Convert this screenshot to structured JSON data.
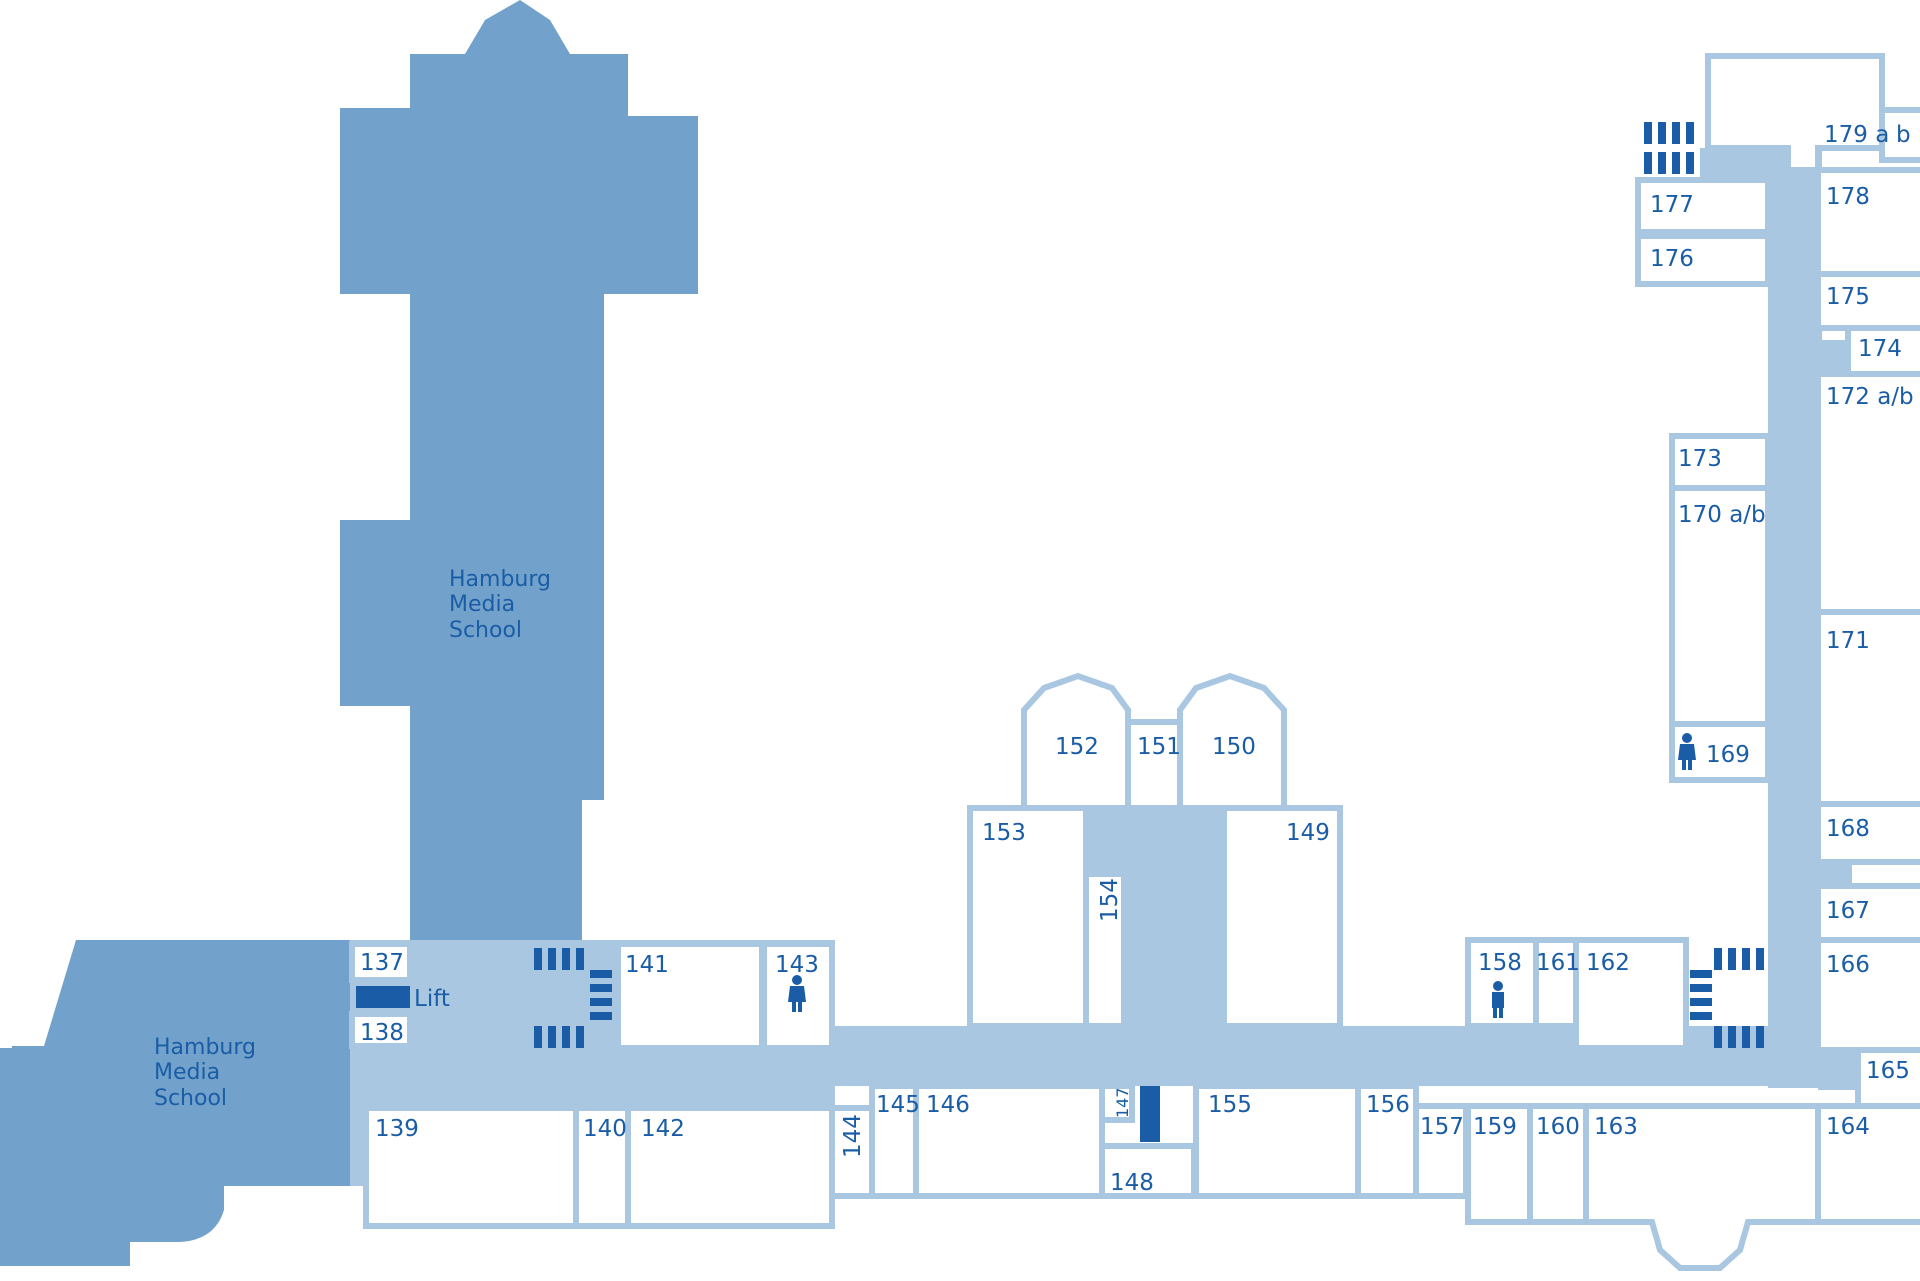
{
  "map": {
    "colors": {
      "background": "#ffffff",
      "corridor": "#a9c7e1",
      "hms_building": "#72a2cb",
      "room_fill": "#ffffff",
      "dark_accent": "#1a5da6",
      "text": "#1a5da6"
    },
    "buildings": {
      "hms_tower": "Hamburg Media School",
      "hms_left_line1": "Hamburg",
      "hms_left_line2": "Media",
      "hms_left_line3": "School",
      "hms_tower_line1": "Hamburg",
      "hms_tower_line2": "Media",
      "hms_tower_line3": "School"
    },
    "facilities": {
      "lift_label": "Lift"
    },
    "rooms": {
      "r137": "137",
      "r138": "138",
      "r139": "139",
      "r140": "140",
      "r141": "141",
      "r142": "142",
      "r143": "143",
      "r144": "144",
      "r145": "145",
      "r146": "146",
      "r147": "147",
      "r148": "148",
      "r149": "149",
      "r150": "150",
      "r151": "151",
      "r152": "152",
      "r153": "153",
      "r154": "154",
      "r155": "155",
      "r156": "156",
      "r157": "157",
      "r158": "158",
      "r159": "159",
      "r160": "160",
      "r161": "161",
      "r162": "162",
      "r163": "163",
      "r164": "164",
      "r165": "165",
      "r166": "166",
      "r167": "167",
      "r168": "168",
      "r169": "169",
      "r170": "170 a/b",
      "r171": "171",
      "r172": "172 a/b",
      "r173": "173",
      "r174": "174",
      "r175": "175",
      "r176": "176",
      "r177": "177",
      "r178": "178",
      "r179a": "179 a",
      "r179b": "b"
    }
  }
}
